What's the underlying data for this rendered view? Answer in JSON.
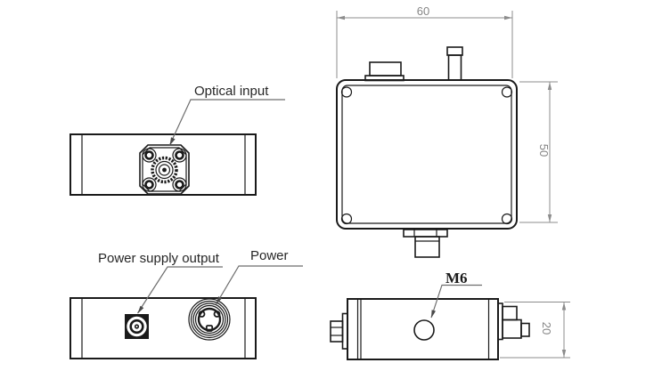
{
  "drawing": {
    "labels": {
      "optical_input": "Optical input",
      "power_supply_output": "Power supply output",
      "power": "Power",
      "mount_hole": "M6"
    },
    "dimensions": {
      "top_width": "60",
      "top_height": "50",
      "side_height": "20"
    },
    "colors": {
      "outline": "#1a1a1a",
      "dimension_gray": "#8c8c8c",
      "leader_gray": "#6e6e6e",
      "background": "#ffffff"
    }
  }
}
